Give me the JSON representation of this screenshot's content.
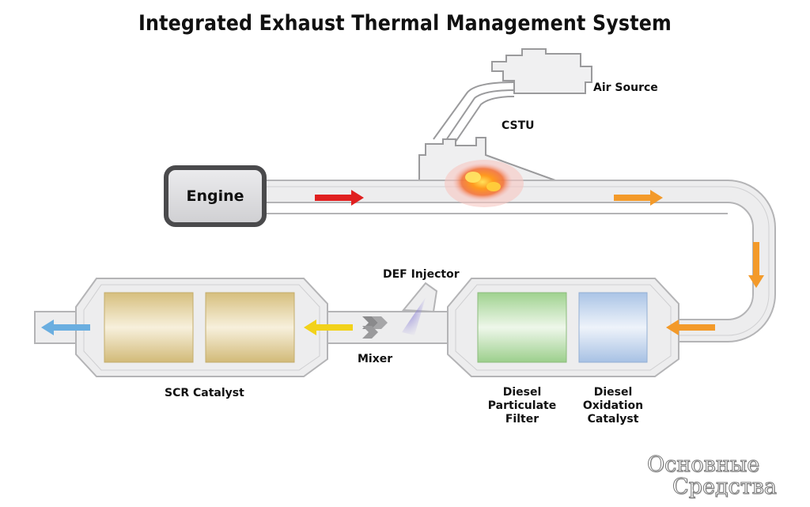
{
  "title": "Integrated Exhaust Thermal Management System",
  "components": {
    "engine": "Engine",
    "air_source": "Air Source",
    "cstu": "CSTU",
    "def_injector": "DEF Injector",
    "mixer": "Mixer",
    "scr_catalyst": "SCR Catalyst",
    "dpf_line1": "Diesel",
    "dpf_line2": "Particulate",
    "dpf_line3": "Filter",
    "doc_line1": "Diesel",
    "doc_line2": "Oxidation",
    "doc_line3": "Catalyst"
  },
  "logo": {
    "line1": "Основные",
    "line2": "Средства"
  },
  "colors": {
    "pipe_fill": "#ededee",
    "pipe_stroke": "#b4b4b6",
    "arrow_red": "#e02020",
    "arrow_orange": "#f39a2a",
    "arrow_yellow": "#f2d21a",
    "arrow_blue": "#6aaee0",
    "scr_brick": "#d9c48a",
    "dpf_brick": "#a9d79b",
    "doc_brick": "#b4cbe7",
    "engine_fill": "#d7d7d9",
    "engine_border": "#4a4a4c"
  }
}
